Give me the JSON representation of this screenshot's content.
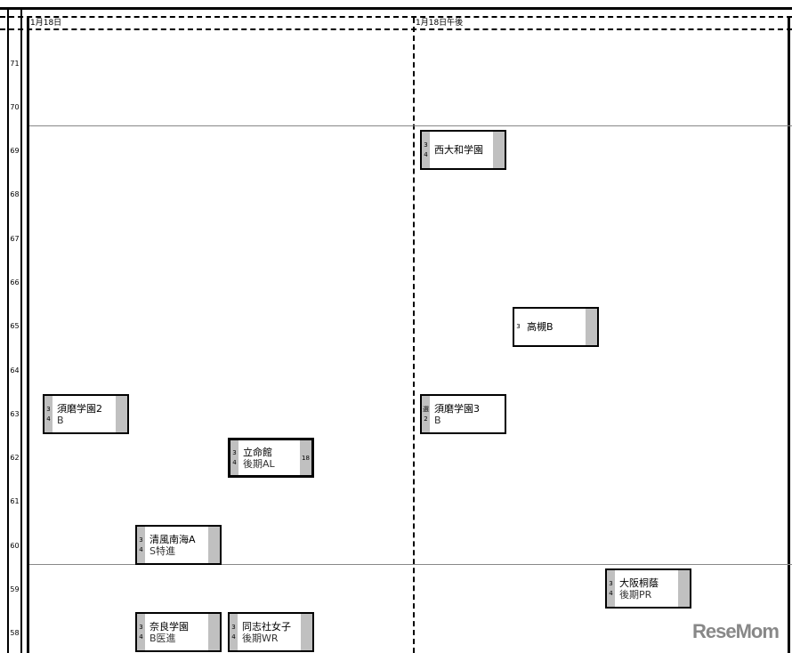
{
  "columns": [
    {
      "label": "1月18日"
    },
    {
      "label": "1月18日午後"
    }
  ],
  "scores": [
    "71",
    "70",
    "69",
    "68",
    "67",
    "66",
    "65",
    "64",
    "63",
    "62",
    "61",
    "60",
    "59",
    "58"
  ],
  "entries": [
    {
      "col": 1,
      "score": "69",
      "name": "西大和学園",
      "sub": "",
      "left_labels": [
        "3",
        "4"
      ],
      "right_label": ""
    },
    {
      "col": 1,
      "score": "65",
      "name": "高槻B",
      "sub": "",
      "left_labels": [
        "3"
      ],
      "right_label": ""
    },
    {
      "col": 0,
      "score": "63",
      "name": "須磨学園2",
      "sub": "B",
      "left_labels": [
        "3",
        "4"
      ],
      "right_label": ""
    },
    {
      "col": 1,
      "score": "63",
      "name": "須磨学園3",
      "sub": "B",
      "left_labels": [
        "選",
        "2"
      ],
      "right_label": ""
    },
    {
      "col": 0,
      "score": "62",
      "name": "立命館",
      "sub": "後期AL",
      "left_labels": [
        "3",
        "4"
      ],
      "right_label": "18"
    },
    {
      "col": 0,
      "score": "60",
      "name": "清風南海A",
      "sub": "S特進",
      "left_labels": [
        "3",
        "4"
      ],
      "right_label": ""
    },
    {
      "col": 1,
      "score": "59",
      "name": "大阪桐蔭",
      "sub": "後期PR",
      "left_labels": [
        "3",
        "4"
      ],
      "right_label": ""
    },
    {
      "col": 0,
      "score": "58",
      "name": "奈良学園",
      "sub": "B医進",
      "left_labels": [
        "3",
        "4"
      ],
      "right_label": ""
    },
    {
      "col": 0,
      "score": "58",
      "name": "同志社女子",
      "sub": "後期WR",
      "left_labels": [
        "3",
        "4"
      ],
      "right_label": ""
    }
  ],
  "watermark": "ReseMom"
}
